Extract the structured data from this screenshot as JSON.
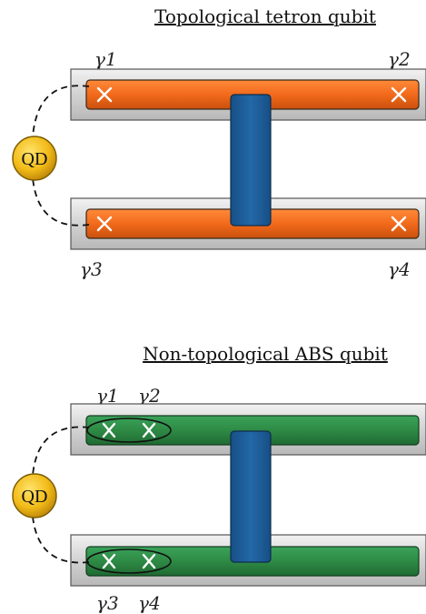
{
  "top": {
    "title": "Topological tetron qubit",
    "qd_label": "QD",
    "gamma": [
      "γ1",
      "γ2",
      "γ3",
      "γ4"
    ],
    "wire_color": "#f26a1b",
    "bridge_color": "#1f5f9a"
  },
  "bottom": {
    "title": "Non-topological ABS qubit",
    "qd_label": "QD",
    "gamma": [
      "γ1",
      "γ2",
      "γ3",
      "γ4"
    ],
    "wire_color": "#2e8a45",
    "bridge_color": "#1f5f9a"
  },
  "icons": {
    "majorana_marker": "x-mark-icon",
    "quantum_dot": "circle-icon"
  }
}
